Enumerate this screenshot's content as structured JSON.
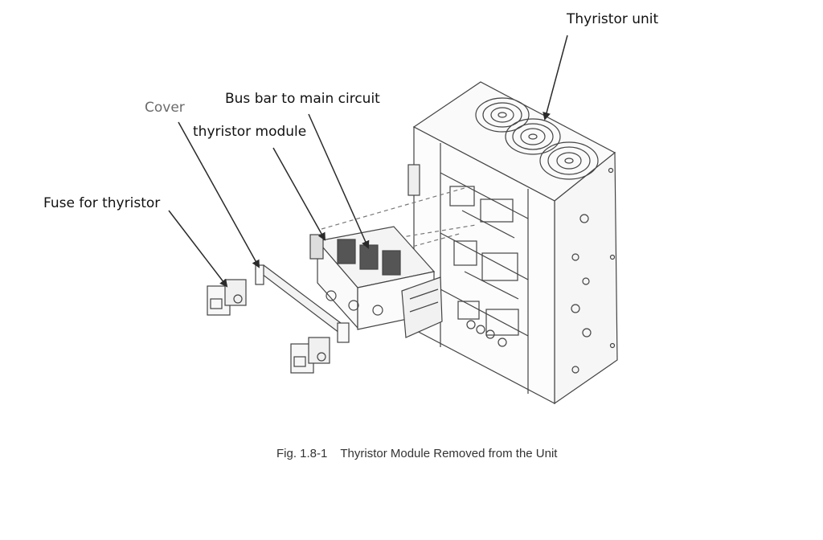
{
  "labels": {
    "thyristor_unit": "Thyristor unit",
    "bus_bar": "Bus bar to main circuit",
    "cover": "Cover",
    "thyristor_module": "thyristor module",
    "fuse": "Fuse for thyristor"
  },
  "caption": {
    "number": "Fig. 1.8-1",
    "text": "Thyristor Module Removed from the Unit"
  }
}
